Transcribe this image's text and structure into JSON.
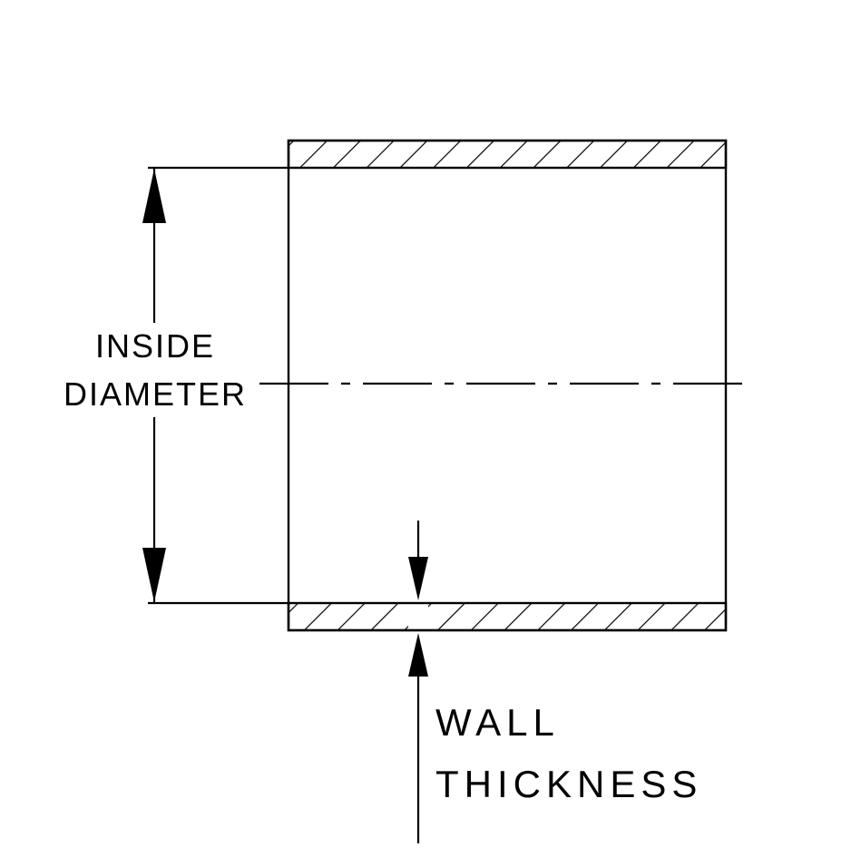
{
  "diagram": {
    "type": "technical-cross-section",
    "subject": "tube-wall-cross-section",
    "labels": {
      "inside_diameter_line1": "INSIDE",
      "inside_diameter_line2": "DIAMETER",
      "wall_thickness_line1": "WALL",
      "wall_thickness_line2": "THICKNESS"
    },
    "colors": {
      "line": "#000000",
      "background": "#ffffff"
    }
  }
}
